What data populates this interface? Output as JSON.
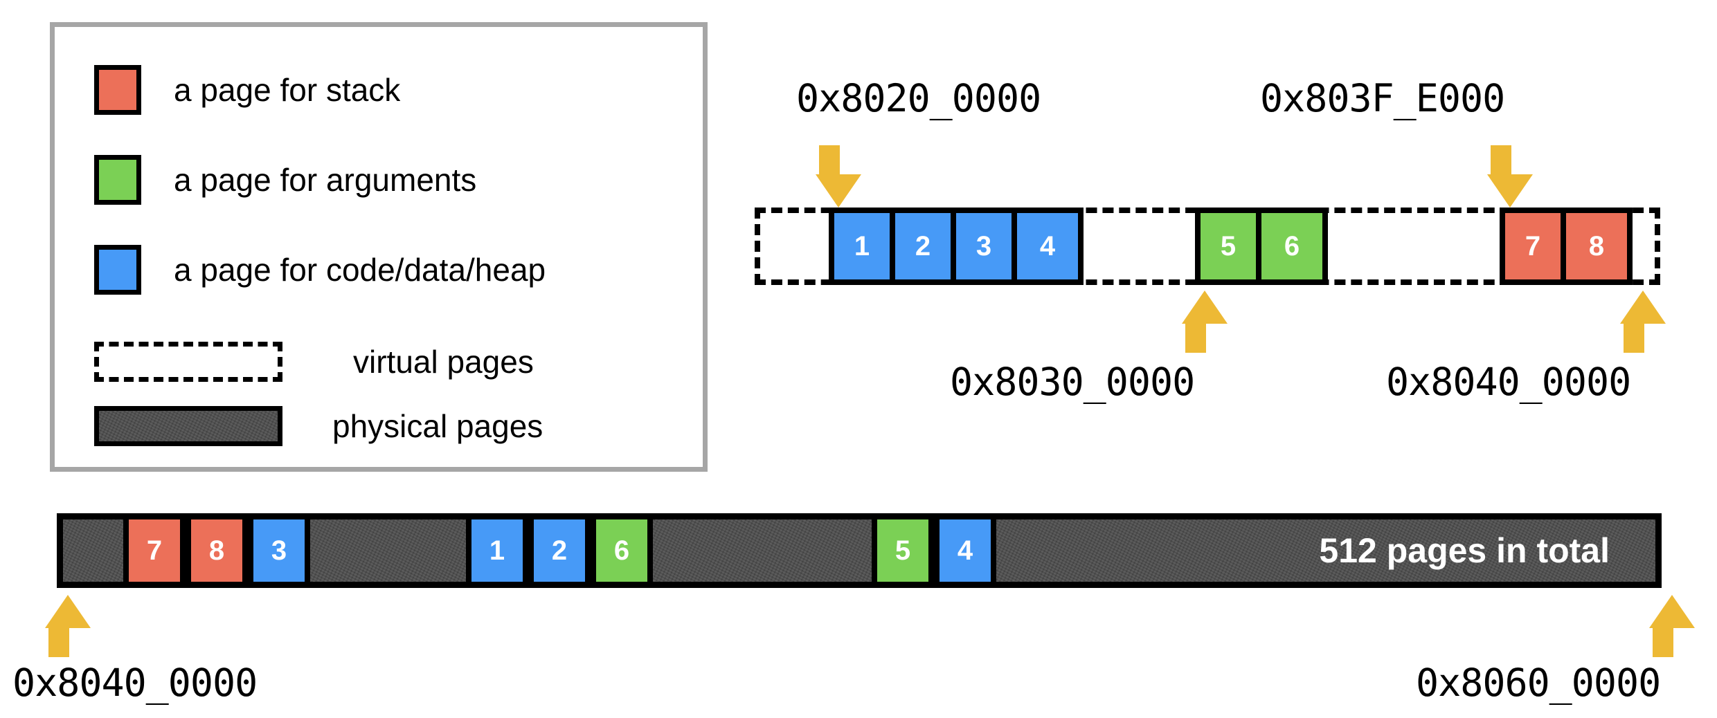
{
  "legend": {
    "items": [
      {
        "swatch": "red",
        "label": "a page for stack"
      },
      {
        "swatch": "green",
        "label": "a page for arguments"
      },
      {
        "swatch": "blue",
        "label": "a page for code/data/heap"
      },
      {
        "swatch": "dashed",
        "label": "virtual pages"
      },
      {
        "swatch": "solid-gray",
        "label": "physical pages"
      }
    ]
  },
  "colors": {
    "stack": "#ec7059",
    "arguments": "#7bd055",
    "code_data_heap": "#479af7",
    "physical_gray": "#4b4b4b",
    "arrow": "#edb935",
    "legend_border": "#a6a6a6",
    "outline": "#000000"
  },
  "virtual_memory": {
    "groups": [
      {
        "id": "group-code",
        "pages": [
          {
            "number": "1",
            "kind": "code_data_heap"
          },
          {
            "number": "2",
            "kind": "code_data_heap"
          },
          {
            "number": "3",
            "kind": "code_data_heap"
          },
          {
            "number": "4",
            "kind": "code_data_heap"
          }
        ]
      },
      {
        "id": "group-args",
        "pages": [
          {
            "number": "5",
            "kind": "arguments"
          },
          {
            "number": "6",
            "kind": "arguments"
          }
        ]
      },
      {
        "id": "group-stack",
        "pages": [
          {
            "number": "7",
            "kind": "stack"
          },
          {
            "number": "8",
            "kind": "stack"
          }
        ]
      }
    ],
    "addresses": {
      "code_start": "0x8020_0000",
      "args_start": "0x8030_0000",
      "stack_start": "0x803F_E000",
      "stack_end": "0x8040_0000"
    }
  },
  "physical_memory": {
    "total_label": "512 pages in total",
    "start_address": "0x8040_0000",
    "end_address": "0x8060_0000",
    "groups": [
      {
        "id": "phys-group-a",
        "pages": [
          {
            "number": "7",
            "kind": "stack"
          },
          {
            "number": "8",
            "kind": "stack"
          },
          {
            "number": "3",
            "kind": "code_data_heap"
          }
        ]
      },
      {
        "id": "phys-group-b",
        "pages": [
          {
            "number": "1",
            "kind": "code_data_heap"
          },
          {
            "number": "2",
            "kind": "code_data_heap"
          },
          {
            "number": "6",
            "kind": "arguments"
          }
        ]
      },
      {
        "id": "phys-group-c",
        "pages": [
          {
            "number": "5",
            "kind": "arguments"
          },
          {
            "number": "4",
            "kind": "code_data_heap"
          }
        ]
      }
    ]
  }
}
